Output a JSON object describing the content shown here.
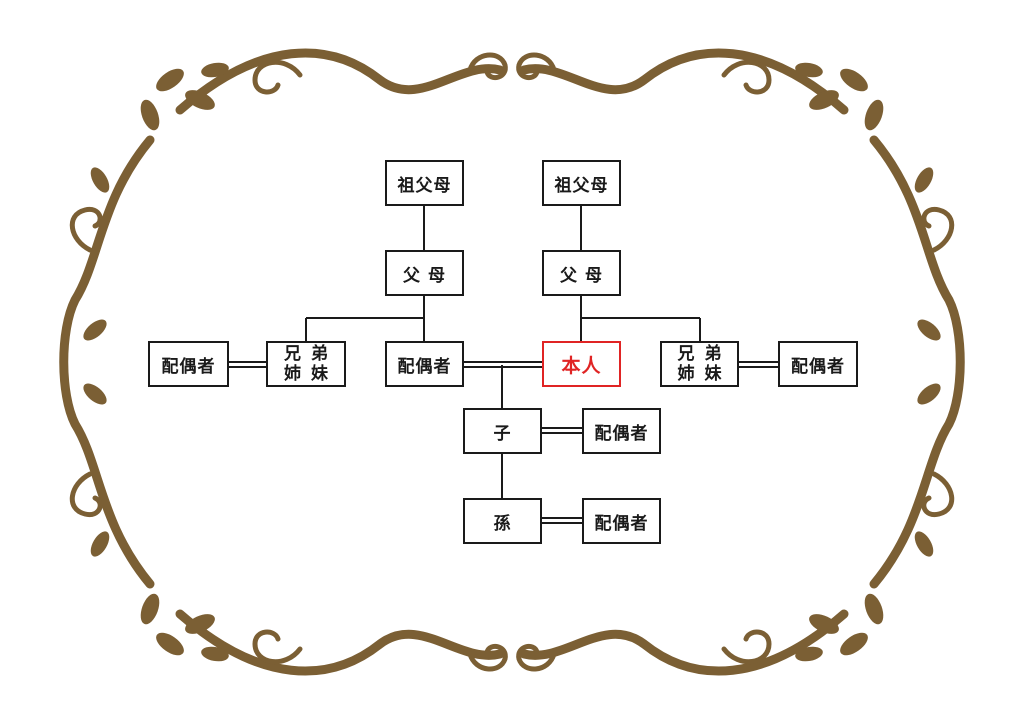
{
  "colors": {
    "frame": "#7b5f34",
    "line": "#1a1a1a",
    "self": "#e02424"
  },
  "tree": {
    "grandparents_left": "祖父母",
    "grandparents_right": "祖父母",
    "parents_left": "父 母",
    "parents_right": "父 母",
    "siblings_left_spouse": "配偶者",
    "siblings_left_line1": "兄弟",
    "siblings_left_line2": "姉妹",
    "spouse": "配偶者",
    "self": "本人",
    "siblings_right_line1": "兄弟",
    "siblings_right_line2": "姉妹",
    "siblings_right_spouse": "配偶者",
    "child": "子",
    "child_spouse": "配偶者",
    "grandchild": "孫",
    "grandchild_spouse": "配偶者"
  }
}
